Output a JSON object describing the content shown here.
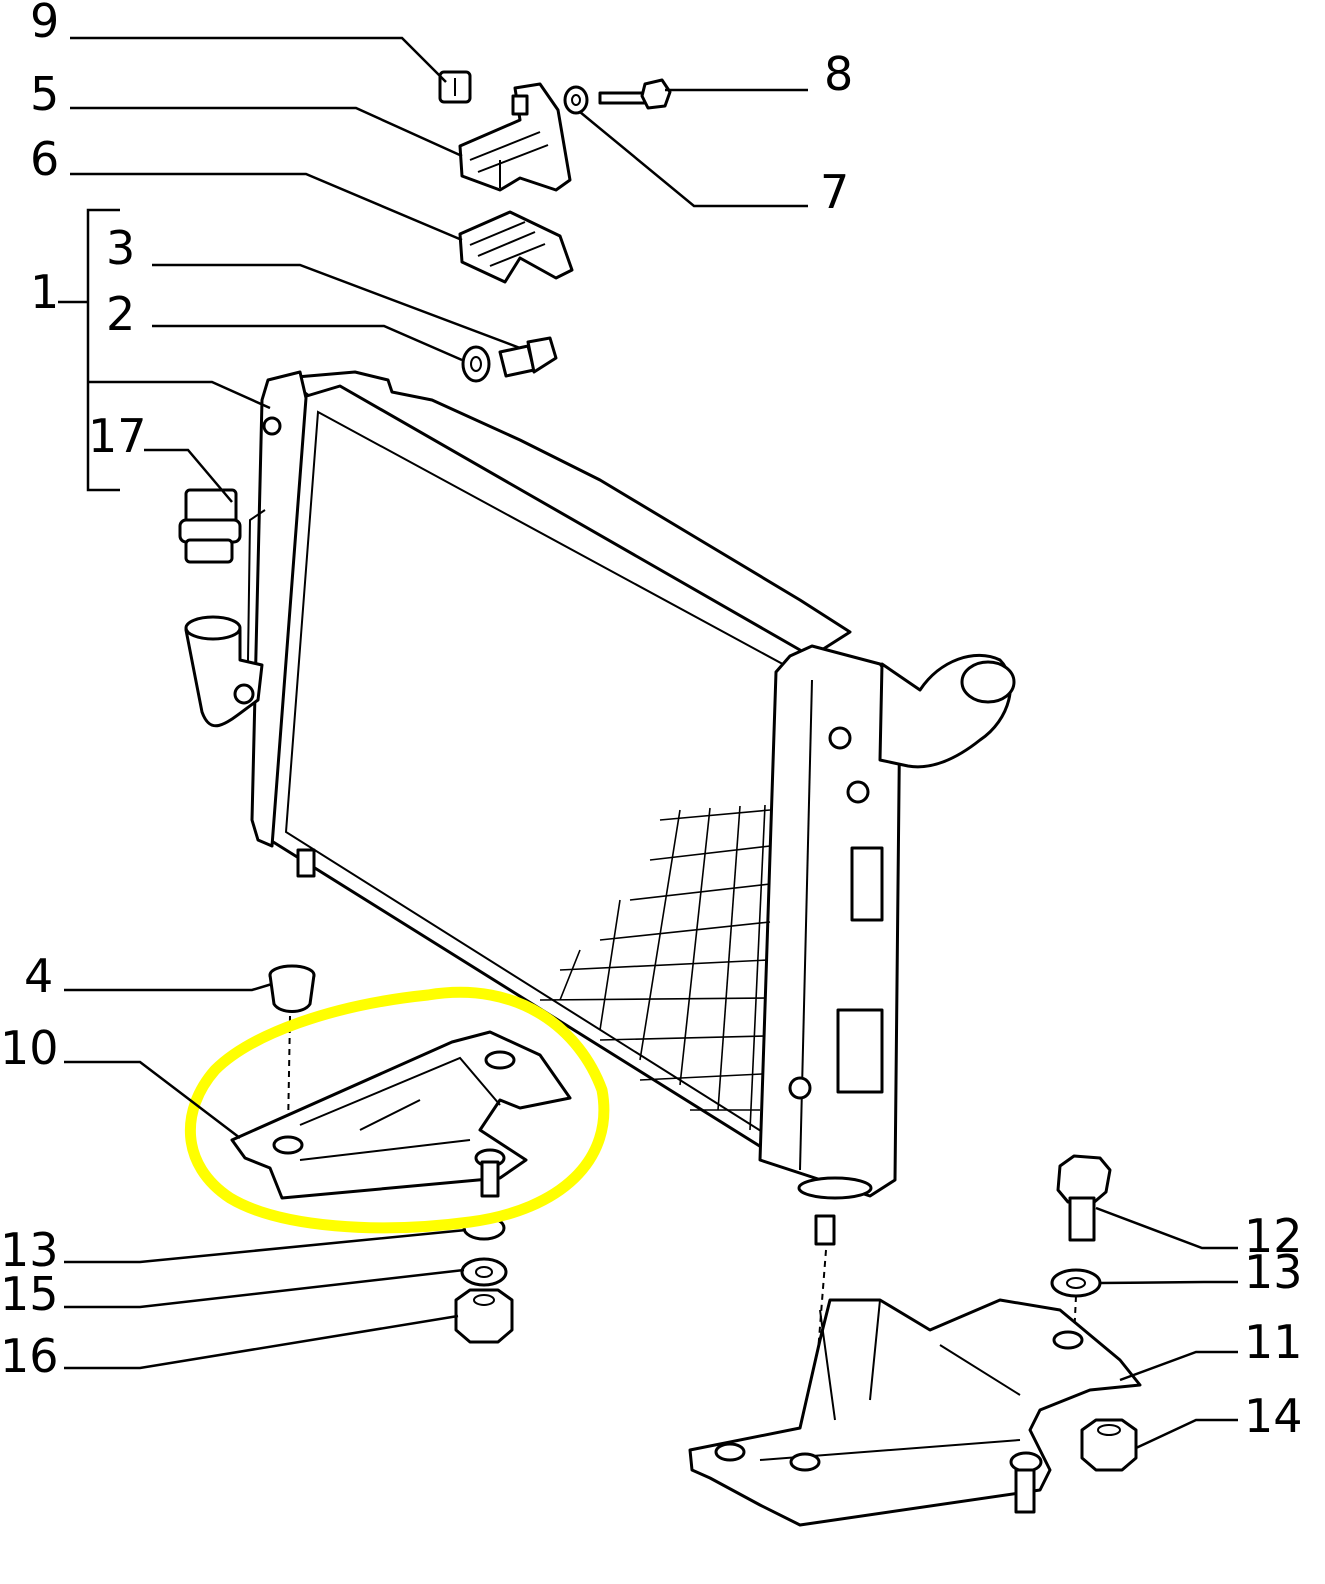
{
  "callouts": [
    {
      "id": "c9",
      "text": "9"
    },
    {
      "id": "c5",
      "text": "5"
    },
    {
      "id": "c6",
      "text": "6"
    },
    {
      "id": "c3",
      "text": "3"
    },
    {
      "id": "c1",
      "text": "1"
    },
    {
      "id": "c2",
      "text": "2"
    },
    {
      "id": "c17",
      "text": "17"
    },
    {
      "id": "c8",
      "text": "8"
    },
    {
      "id": "c7",
      "text": "7"
    },
    {
      "id": "c4",
      "text": "4"
    },
    {
      "id": "c10",
      "text": "10"
    },
    {
      "id": "c13a",
      "text": "13"
    },
    {
      "id": "c15",
      "text": "15"
    },
    {
      "id": "c16",
      "text": "16"
    },
    {
      "id": "c12",
      "text": "12"
    },
    {
      "id": "c13b",
      "text": "13"
    },
    {
      "id": "c11",
      "text": "11"
    },
    {
      "id": "c14",
      "text": "14"
    }
  ],
  "highlight": {
    "color": "#ffff00",
    "target": "10"
  },
  "line_color": "#000000"
}
